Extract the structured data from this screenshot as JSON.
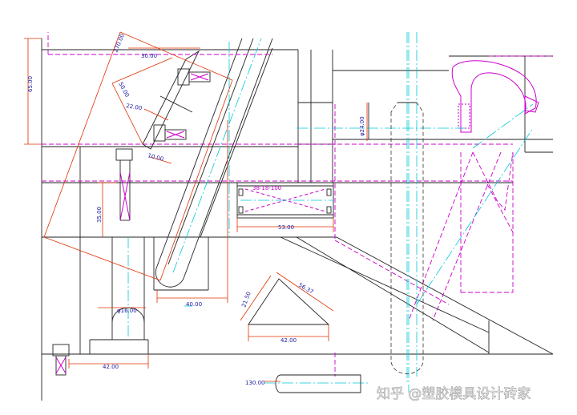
{
  "dimensions": {
    "d65": "65.00",
    "d270": "270.00",
    "d30": "30.00",
    "d50": "50.00",
    "d22": "22.00",
    "d10": "10.00",
    "d35": "35.00",
    "d40": "40.00",
    "d16": "φ16.00",
    "d42_bottom": "42.00",
    "d130": "130.00",
    "d53": "53.00",
    "d24": "φ24.00",
    "d21": "21.50",
    "d56": "56.37",
    "d42_tri": "42.00",
    "block_label": "38-18-100"
  },
  "watermark": "知乎 @塑胶模具设计砖家",
  "colors": {
    "outline": "#222222",
    "dimension": "#e03000",
    "dimension_text": "#1a1aa0",
    "hidden": "#cc00cc",
    "centerline": "#00c8d8"
  }
}
